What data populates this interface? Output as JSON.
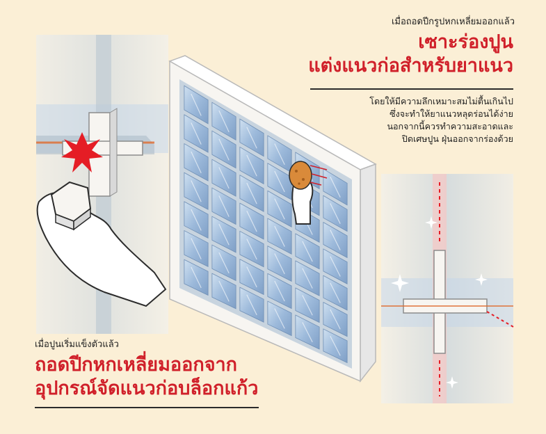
{
  "top_section": {
    "caption": "เมื่อถอดปีกรูปหกเหลี่ยมออกแล้ว",
    "heading_line1": "เซาะร่องปูน",
    "heading_line2": "แต่งแนวก่อสำหรับยาแนว",
    "body": [
      "โดยให้มีความลึกเหมาะสมไม่ตื้นเกินไป",
      "ซึ่งจะทำให้ยาแนวหลุดร่อนได้ง่าย",
      "นอกจากนี้ควรทำความสะอาดและ",
      "ปิดเศษปูน ฝุ่นออกจากร่องด้วย"
    ]
  },
  "bottom_section": {
    "caption": "เมื่อปูนเริ่มแข็งตัวแล้ว",
    "heading_line1": "ถอดปีกหกเหลี่ยมออกจาก",
    "heading_line2": "อุปกรณ์จัดแนวก่อบล็อกแก้ว"
  },
  "colors": {
    "background": "#fbefd6",
    "accent_red": "#d0202a",
    "glass_blue": "#a9c3df",
    "frame_white": "#f7f5f1",
    "sponge": "#d98a3a"
  },
  "icons": [
    "hand-holding-hexagon-icon",
    "hand-holding-sponge-icon",
    "starburst-icon",
    "sparkle-icon"
  ]
}
